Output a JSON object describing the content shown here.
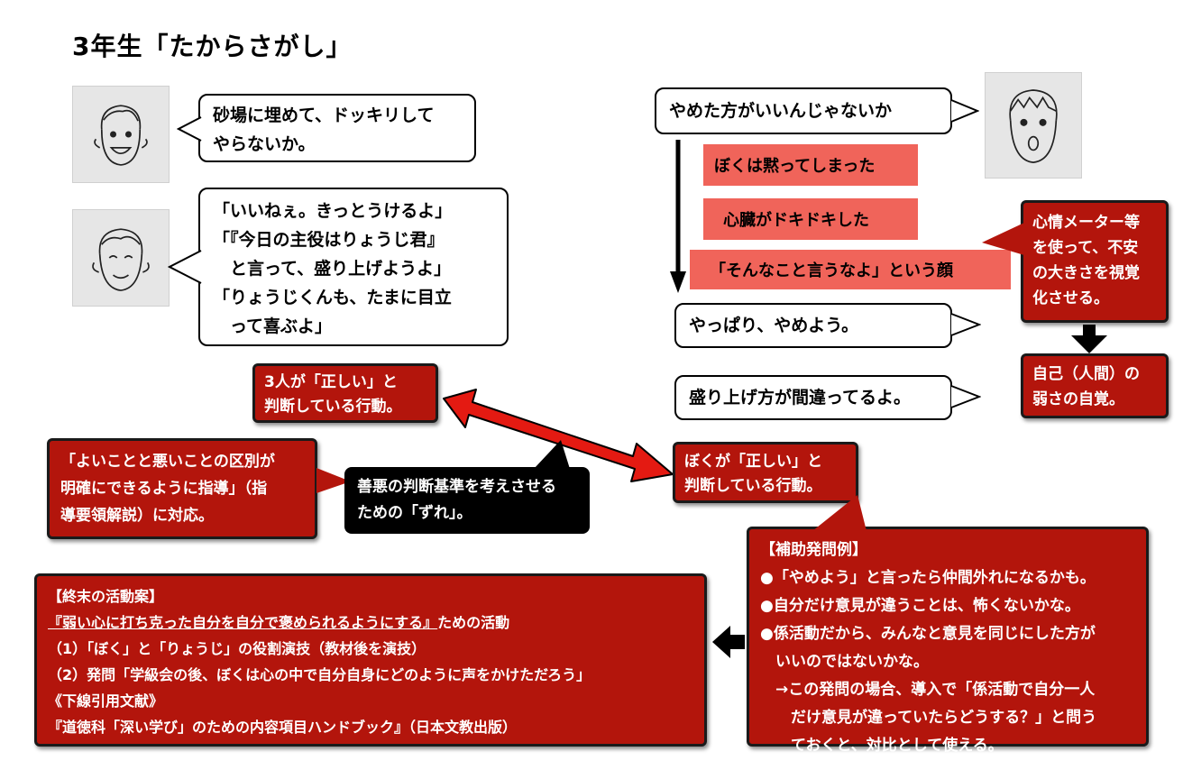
{
  "title": "3年生「たからさがし」",
  "bubbles": {
    "b1": [
      "砂場に埋めて、ドッキリして",
      "やらないか。"
    ],
    "b2": [
      "「いいねぇ。きっとうけるよ」",
      "「『今日の主役はりょうじ君』",
      "　と言って、盛り上げようよ」",
      "「りょうじくんも、たまに目立",
      "　って喜ぶよ」"
    ],
    "b3": "やめた方がいいんじゃないか",
    "b4": "やっぱり、やめよう。",
    "b5": "盛り上げ方が間違ってるよ。"
  },
  "feelings": [
    "ぼくは黙ってしまった",
    "心臓がドキドキした",
    "「そんなこと言うなよ」という顔"
  ],
  "notes": {
    "meter": [
      "心情メーター等",
      "を使って、不安",
      "の大きさを視覚",
      "化させる。"
    ],
    "weakness": [
      "自己（人間）の",
      "弱さの自覚。"
    ],
    "three_people": [
      "3人が「正しい」と",
      "判断している行動。"
    ],
    "boku": [
      "ぼくが「正しい」と",
      "判断している行動。"
    ],
    "guideline": [
      "「よいことと悪いことの区別が",
      "明確にできるように指導」（指",
      "導要領解説）に対応。"
    ],
    "zure": [
      "善悪の判断基準を考えさせる",
      "ための「ずれ」。"
    ]
  },
  "support": {
    "heading": "【補助発問例】",
    "lines": [
      "●「やめよう」と言ったら仲間外れになるかも。",
      "●自分だけ意見が違うことは、怖くないかな。",
      "●係活動だから、みんなと意見を同じにした方が",
      "　いいのではないかな。",
      "　→この発問の場合、導入で「係活動で自分一人",
      "　　だけ意見が違っていたらどうする？」と問う",
      "　　ておくと、対比として使える。"
    ]
  },
  "activity": {
    "heading": "【終末の活動案】",
    "underlined": "『弱い心に打ち克った自分を自分で褒められるようにする』",
    "underlined_suffix": "ための活動",
    "lines": [
      "（1）「ぼく」と「りょうじ」の役割演技（教材後を演技）",
      "（2）発問「学級会の後、ぼくは心の中で自分自身にどのように声をかけただろう」",
      "《下線引用文献》",
      "『道徳科「深い学び」のための内容項目ハンドブック』（日本文教出版）"
    ]
  },
  "colors": {
    "red": "#b3150c",
    "salmon": "#f0645a",
    "black": "#000000"
  },
  "icons": [
    "boy-face-smiling-icon",
    "boy-face-calm-icon",
    "boy-face-surprised-icon"
  ]
}
